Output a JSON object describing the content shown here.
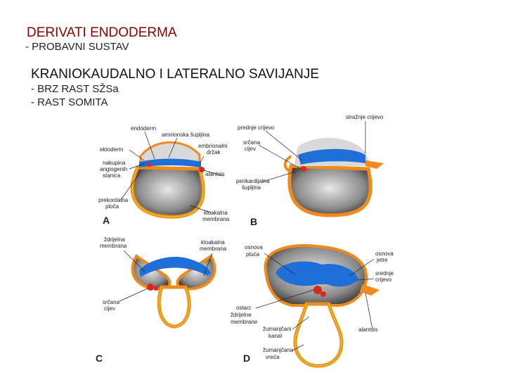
{
  "heading1": "DERIVATI ENDODERMA",
  "heading1_sub": "- PROBAVNI SUSTAV",
  "heading2": "KRANIOKAUDALNO I LATERALNO SAVIJANJE",
  "heading2_items": [
    "- BRZ RAST SŽSa",
    "- RAST SOMITA"
  ],
  "figure": {
    "panel_letters": [
      "A",
      "B",
      "C",
      "D"
    ],
    "labels_a": {
      "endoderm": "endoderm",
      "amnionska_1": "amnionska šupljina",
      "ektoderm": "ektoderm",
      "embrionalni_1": "embrionalni",
      "embrionalni_2": "držak",
      "nakupina_1": "nakupina",
      "nakupina_2": "angiogenih",
      "nakupina_3": "stanica",
      "alantois": "alantois",
      "prekordalna_1": "prekordalna",
      "prekordalna_2": "ploča",
      "kloakalna_1": "kloakalna",
      "kloakalna_2": "membrana"
    },
    "labels_b": {
      "strazn": "stražnje crijevo",
      "prednje": "prednje crijevo",
      "srcana_1": "srčana",
      "srcana_2": "cijev",
      "perikard_1": "perikardijalna",
      "perikard_2": "šupljina"
    },
    "labels_c": {
      "zdrijelna_1": "ždrijelna",
      "zdrijelna_2": "membrana",
      "kloakalna_1": "kloakalna",
      "kloakalna_2": "membrana",
      "srcana_1": "srčana",
      "srcana_2": "cijev"
    },
    "labels_d": {
      "osnova_pluca_1": "osnova",
      "osnova_pluca_2": "pluća",
      "osnova_jetre_1": "osnova",
      "osnova_jetre_2": "jetre",
      "srednje_1": "srednje",
      "srednje_2": "crijevo",
      "ostaci_1": "ostaci",
      "ostaci_2": "ždrijelne",
      "ostaci_3": "membrane",
      "alantois": "alantois",
      "kanal_1": "žumanjčani",
      "kanal_2": "kanal",
      "vreca_1": "žumanjčana",
      "vreca_2": "vreća"
    }
  },
  "colors": {
    "title_red": "#8b0000",
    "yolk_orange": "#f08a1c",
    "gut_blue": "#1e6fd8",
    "heart_red": "#d6281e"
  }
}
